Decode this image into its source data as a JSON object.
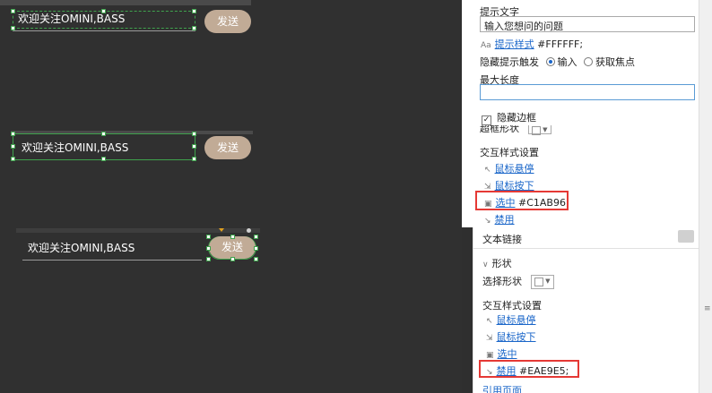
{
  "canvas": {
    "widget1": {
      "input_text": "欢迎关注OMINI,BASS",
      "button_label": "发送"
    },
    "widget2": {
      "input_text": "欢迎关注OMINI,BASS",
      "button_label": "发送"
    },
    "widget3": {
      "input_text": "欢迎关注OMINI,BASS",
      "button_label": "发送"
    }
  },
  "panel": {
    "hint_text_label": "提示文字",
    "hint_text_value": "输入您想问的问题",
    "hint_style_link": "提示样式",
    "hint_style_value": "#FFFFFF;",
    "hide_hint_label": "隐藏提示触发",
    "radio_input": "输入",
    "radio_focus": "获取焦点",
    "max_length_label": "最大长度",
    "max_length_value": "",
    "hide_border_label": "隐藏边框",
    "cut_label": "超框形状",
    "interaction_title": "交互样式设置",
    "hover_link": "鼠标悬停",
    "press_link": "鼠标按下",
    "selected_link": "选中",
    "selected_value": "#C1AB96;",
    "disabled_link": "禁用",
    "text_link_label": "文本链接",
    "shape_section": "形状",
    "select_shape_label": "选择形状",
    "interaction_title2": "交互样式设置",
    "hover_link2": "鼠标悬停",
    "press_link2": "鼠标按下",
    "selected_link2": "选中",
    "disabled_link2": "禁用",
    "disabled_value2": "#EAE9E5;",
    "cut_label2": "引用页面"
  },
  "colors": {
    "accent_button": "#C1AB96",
    "link": "#1A66C9",
    "highlight_box": "#E53935"
  }
}
